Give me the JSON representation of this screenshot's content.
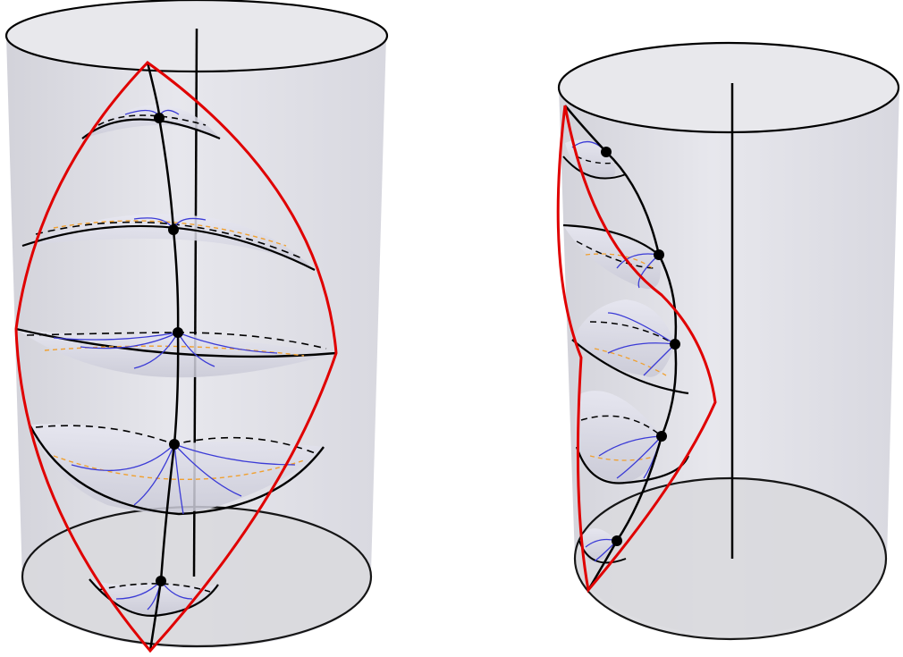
{
  "figure": {
    "panels": [
      {
        "name": "left-cylinder",
        "slice_count": 5,
        "marked_points": 5
      },
      {
        "name": "right-cylinder",
        "slice_count": 5,
        "marked_points": 5
      }
    ]
  },
  "colors": {
    "cylinder_fill": "#dcdce3",
    "cap_fill": "#e6e6ea",
    "axis": "#000000",
    "boundary_curve": "#e00000",
    "slice_solid": "#000000",
    "slice_dashed": "#000000",
    "geodesic": "#3b3bd6",
    "dashed_orange": "#f0a030",
    "point": "#000000"
  }
}
